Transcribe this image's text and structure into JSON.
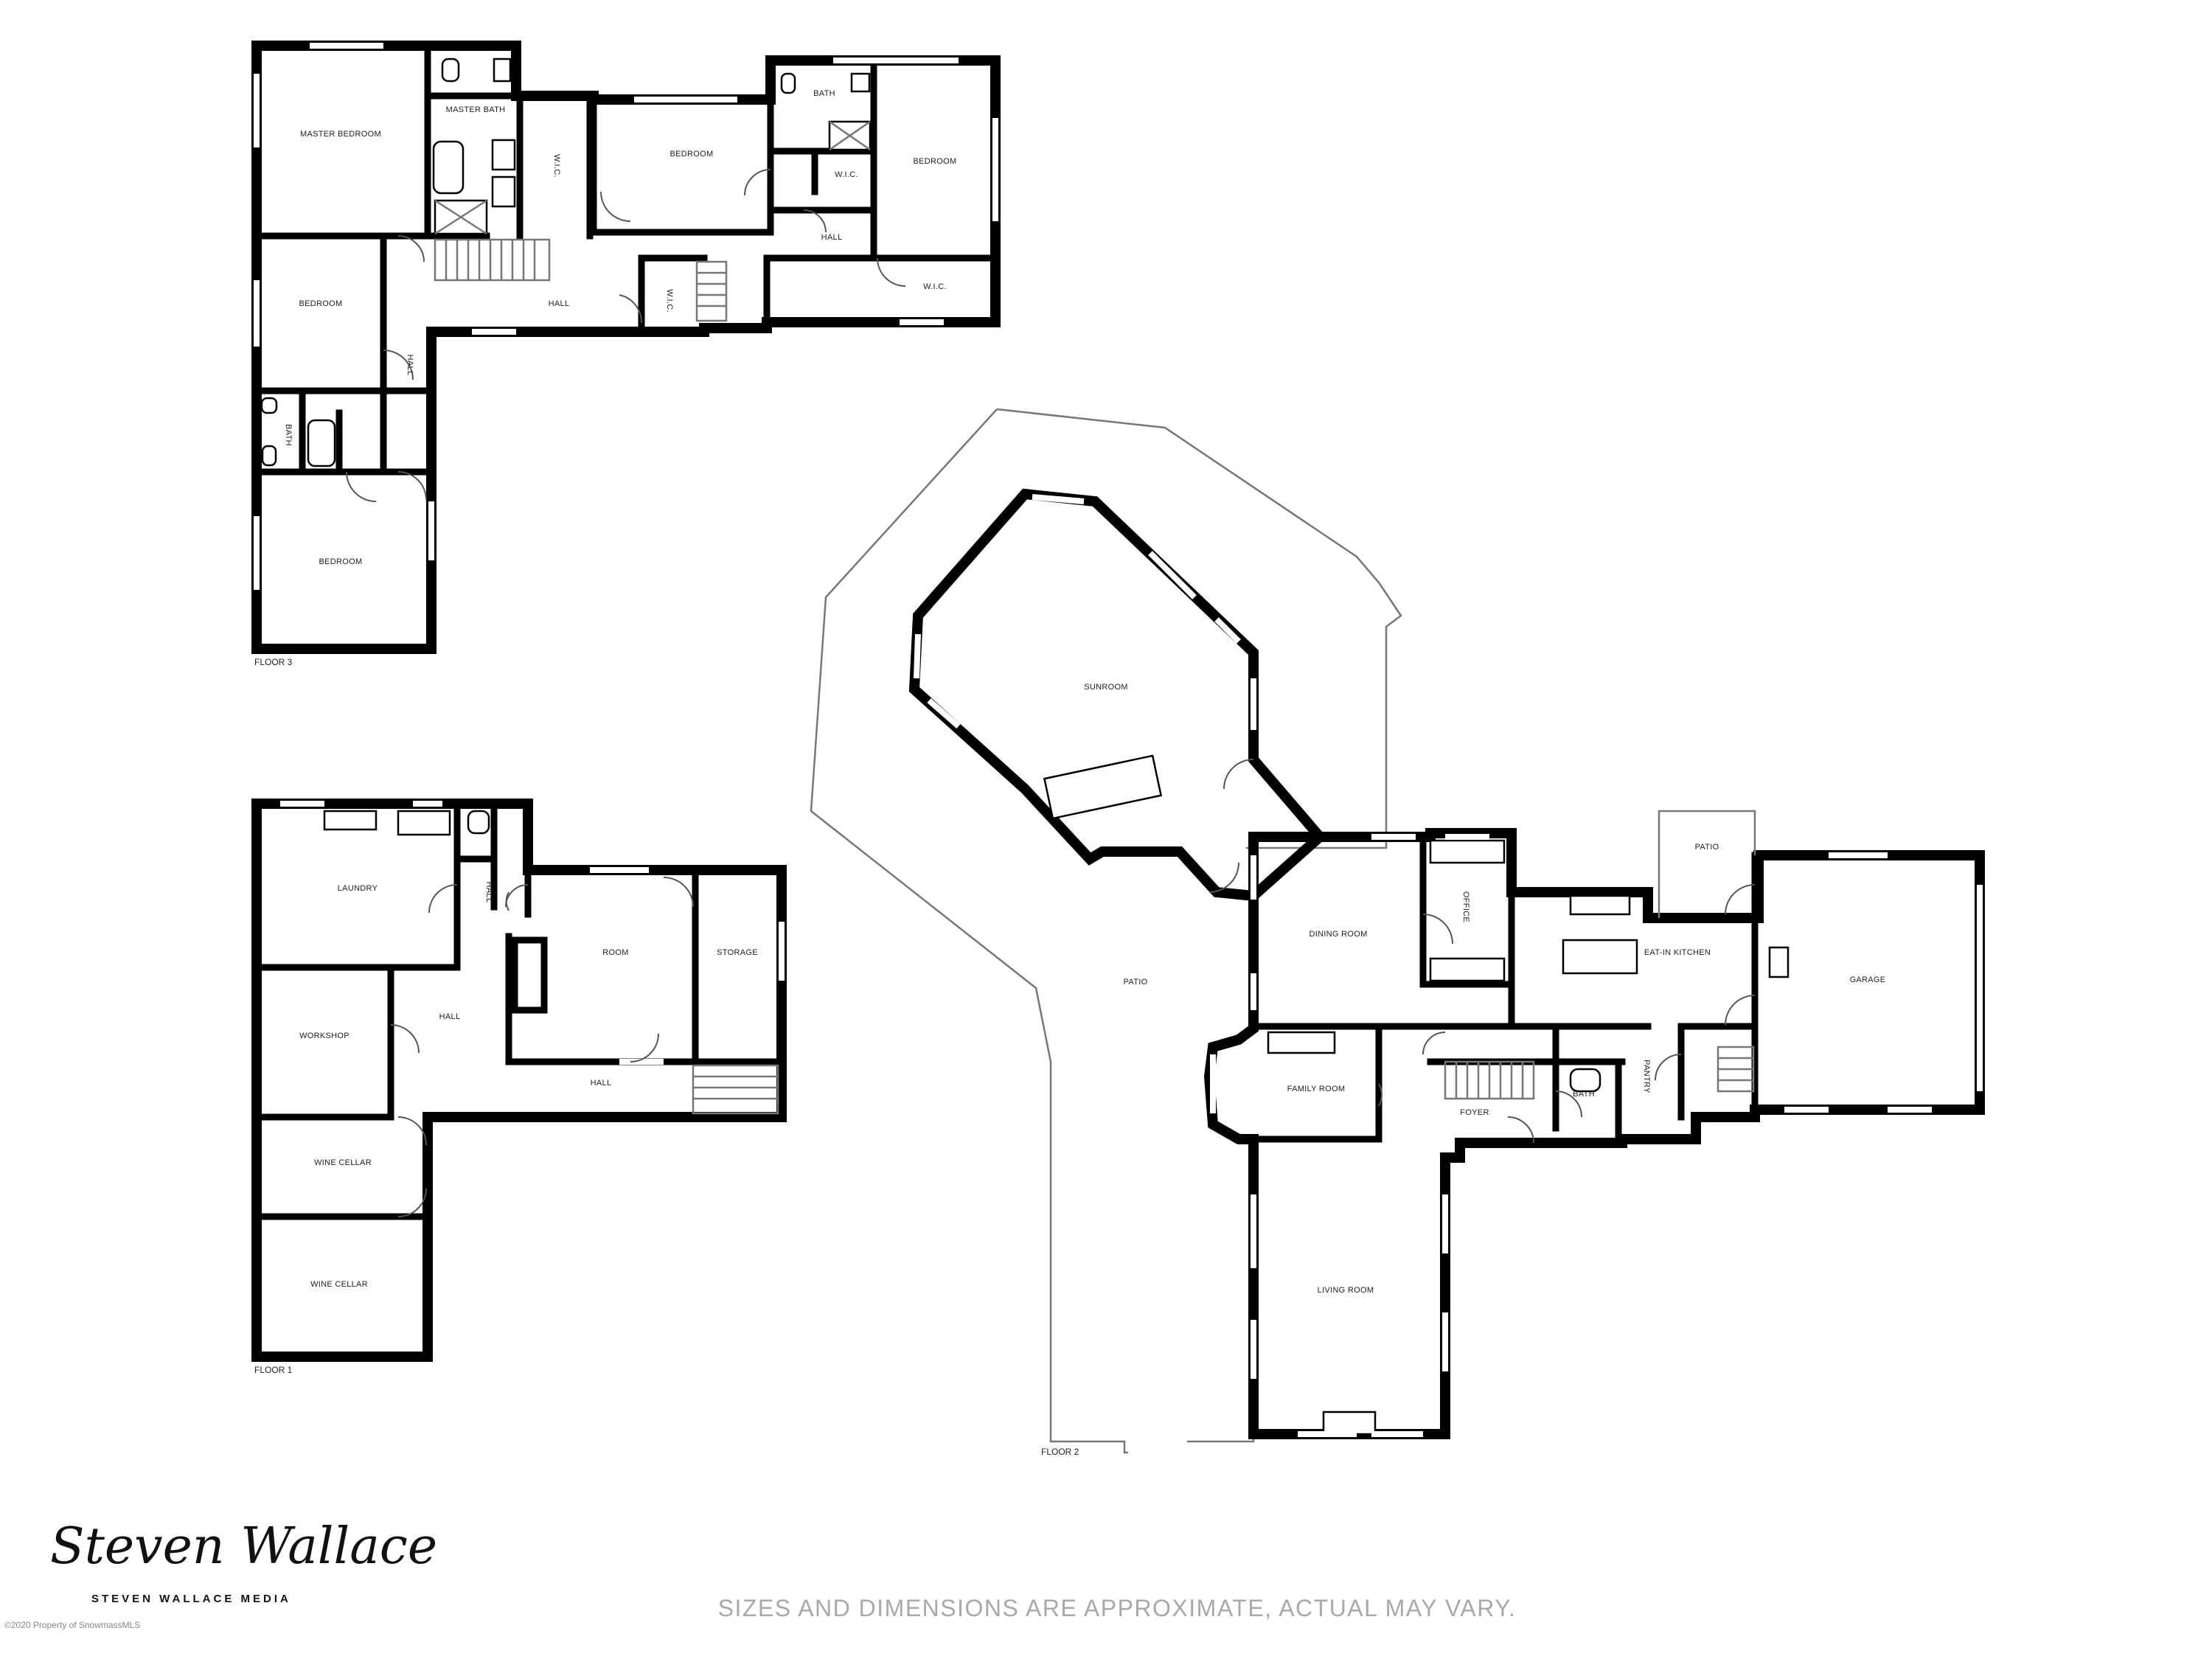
{
  "floor3": {
    "label": "FLOOR 3",
    "rooms": {
      "master_bedroom": "MASTER BEDROOM",
      "master_bath": "MASTER BATH",
      "wic_1": "W.I.C.",
      "bedroom_1": "BEDROOM",
      "bath_1": "BATH",
      "wic_2": "W.I.C.",
      "bedroom_2": "BEDROOM",
      "hall_1": "HALL",
      "wic_3": "W.I.C.",
      "bedroom_3": "BEDROOM",
      "hall_2": "HALL",
      "wic_4": "W.I.C.",
      "hall_3": "HALL",
      "bath_2": "BATH",
      "bedroom_4": "BEDROOM"
    }
  },
  "floor1": {
    "label": "FLOOR 1",
    "rooms": {
      "laundry": "LAUNDRY",
      "hall_1": "HALL",
      "room": "ROOM",
      "storage": "STORAGE",
      "workshop": "WORKSHOP",
      "hall_2": "HALL",
      "hall_3": "HALL",
      "wine_cellar_1": "WINE CELLAR",
      "wine_cellar_2": "WINE CELLAR"
    }
  },
  "floor2": {
    "label": "FLOOR 2",
    "rooms": {
      "sunroom": "SUNROOM",
      "patio_main": "PATIO",
      "dining_room": "DINING ROOM",
      "office": "OFFICE",
      "eat_in_kitchen": "EAT-IN KITCHEN",
      "patio_small": "PATIO",
      "garage": "GARAGE",
      "family_room": "FAMILY ROOM",
      "foyer": "FOYER",
      "bath": "BATH",
      "pantry": "PANTRY",
      "living_room": "LIVING ROOM"
    }
  },
  "branding": {
    "signature": "Steven Wallace",
    "company": "STEVEN WALLACE MEDIA",
    "copyright": "©2020 Property of SnowmassMLS"
  },
  "disclaimer": "SIZES AND DIMENSIONS ARE APPROXIMATE, ACTUAL MAY VARY."
}
